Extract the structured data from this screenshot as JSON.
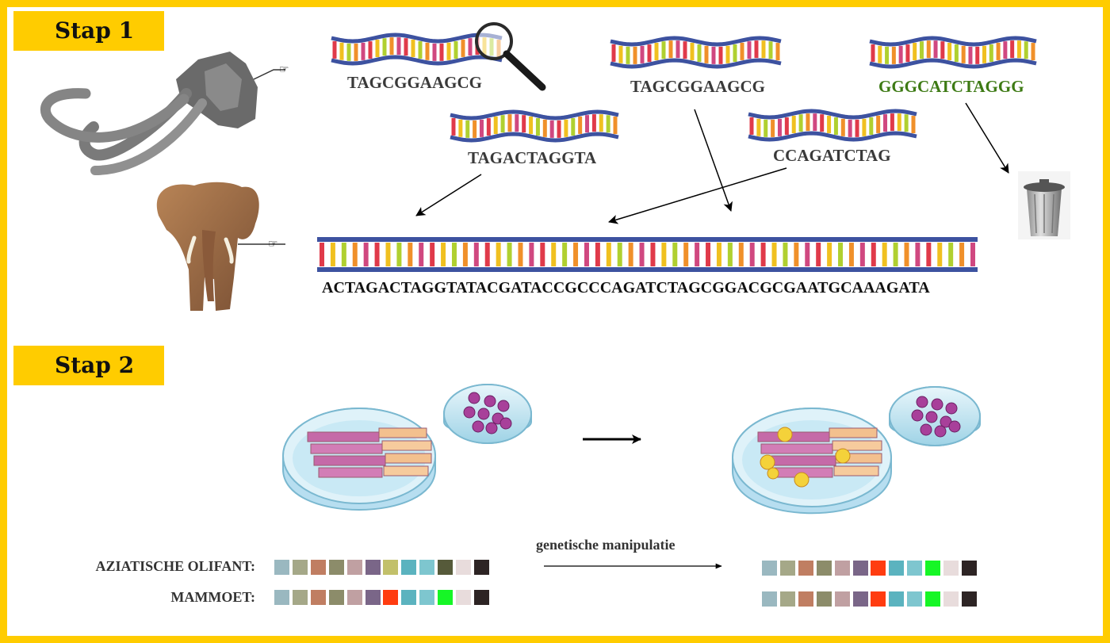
{
  "steps": {
    "step1": "Stap 1",
    "step2": "Stap 2"
  },
  "dna_fragments": [
    {
      "sequence": "TAGCGGAAGCG",
      "color": "#3a3a3a"
    },
    {
      "sequence": "TAGCGGAAGCG",
      "color": "#3a3a3a"
    },
    {
      "sequence": "GGGCATCTAGGG",
      "color": "#3d7a14"
    },
    {
      "sequence": "TAGACTAGGTA",
      "color": "#3a3a3a"
    },
    {
      "sequence": "CCAGATCTAG",
      "color": "#3a3a3a"
    }
  ],
  "assembled_sequence": "ACTAGACTAGGTATACGATACCGCCCAGATCTAGCGGACGCGAATGCAAAGATA",
  "labels": {
    "asian_elephant": "AZIATISCHE OLIFANT:",
    "mammoth": "MAMMOET:",
    "manipulation": "genetische manipulatie"
  },
  "swatches": {
    "asian_elephant": [
      "#9ab8c0",
      "#a5a888",
      "#c07e62",
      "#8c8c6a",
      "#c0a0a2",
      "#7a6688",
      "#c2c06a",
      "#5bb3bf",
      "#7ec6cf",
      "#565a3a",
      "#e8dcdc",
      "#2d2424"
    ],
    "mammoth": [
      "#9ab8c0",
      "#a5a888",
      "#c07e62",
      "#8c8c6a",
      "#c0a0a2",
      "#7a6688",
      "#ff3c10",
      "#5bb3bf",
      "#7ec6cf",
      "#16f626",
      "#e8dcdc",
      "#2d2424"
    ],
    "result_row1": [
      "#9ab8c0",
      "#a5a888",
      "#c07e62",
      "#8c8c6a",
      "#c0a0a2",
      "#7a6688",
      "#ff3c10",
      "#5bb3bf",
      "#7ec6cf",
      "#16f626",
      "#e8dcdc",
      "#2d2424"
    ],
    "result_row2": [
      "#9ab8c0",
      "#a5a888",
      "#c07e62",
      "#8c8c6a",
      "#c0a0a2",
      "#7a6688",
      "#ff3c10",
      "#5bb3bf",
      "#7ec6cf",
      "#16f626",
      "#e8dcdc",
      "#2d2424"
    ]
  },
  "colors": {
    "frame": "#FFCC00",
    "dna_backbone": "#3d52a0"
  }
}
